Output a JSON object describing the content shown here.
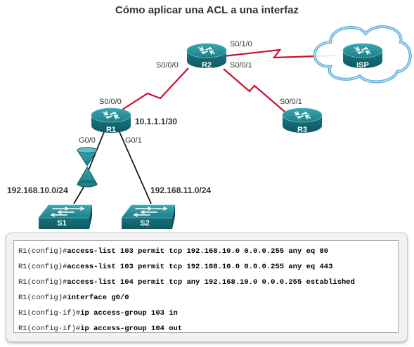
{
  "title": "Cómo aplicar una ACL a una interfaz",
  "devices": {
    "r1": "R1",
    "r2": "R2",
    "r3": "R3",
    "isp": "ISP",
    "s1": "S1",
    "s2": "S2"
  },
  "interfaces": {
    "r2_s010": "S0/1/0",
    "r2_s000": "S0/0/0",
    "r2_s001": "S0/0/1",
    "r1_s000": "S0/0/0",
    "r3_s001": "S0/0/1",
    "r1_g00": "G0/0",
    "r1_g01": "G0/1"
  },
  "addresses": {
    "r1_ip": "10.1.1.1/30",
    "lan1": "192.168.10.0/24",
    "lan2": "192.168.11.0/24"
  },
  "colors": {
    "device_teal": "#167a86",
    "serial_link": "#c8102e",
    "ethernet_link": "#1a1a1a",
    "cloud_border": "#4aa3d8"
  },
  "cli": [
    {
      "prompt": "R1(config)#",
      "command": "access-list 103 permit tcp 192.168.10.0 0.0.0.255 any eq 80"
    },
    {
      "prompt": "R1(config)#",
      "command": "access-list 103 permit tcp 192.168.10.0 0.0.0.255 any eq 443"
    },
    {
      "prompt": "R1(config)#",
      "command": "access-list 104 permit tcp any 192.168.10.0 0.0.0.255 established"
    },
    {
      "prompt": "R1(config)#",
      "command": "interface g0/0"
    },
    {
      "prompt": "R1(config-if)#",
      "command": "ip access-group 103 in"
    },
    {
      "prompt": "R1(config-if)#",
      "command": "ip access-group 104 out"
    }
  ]
}
